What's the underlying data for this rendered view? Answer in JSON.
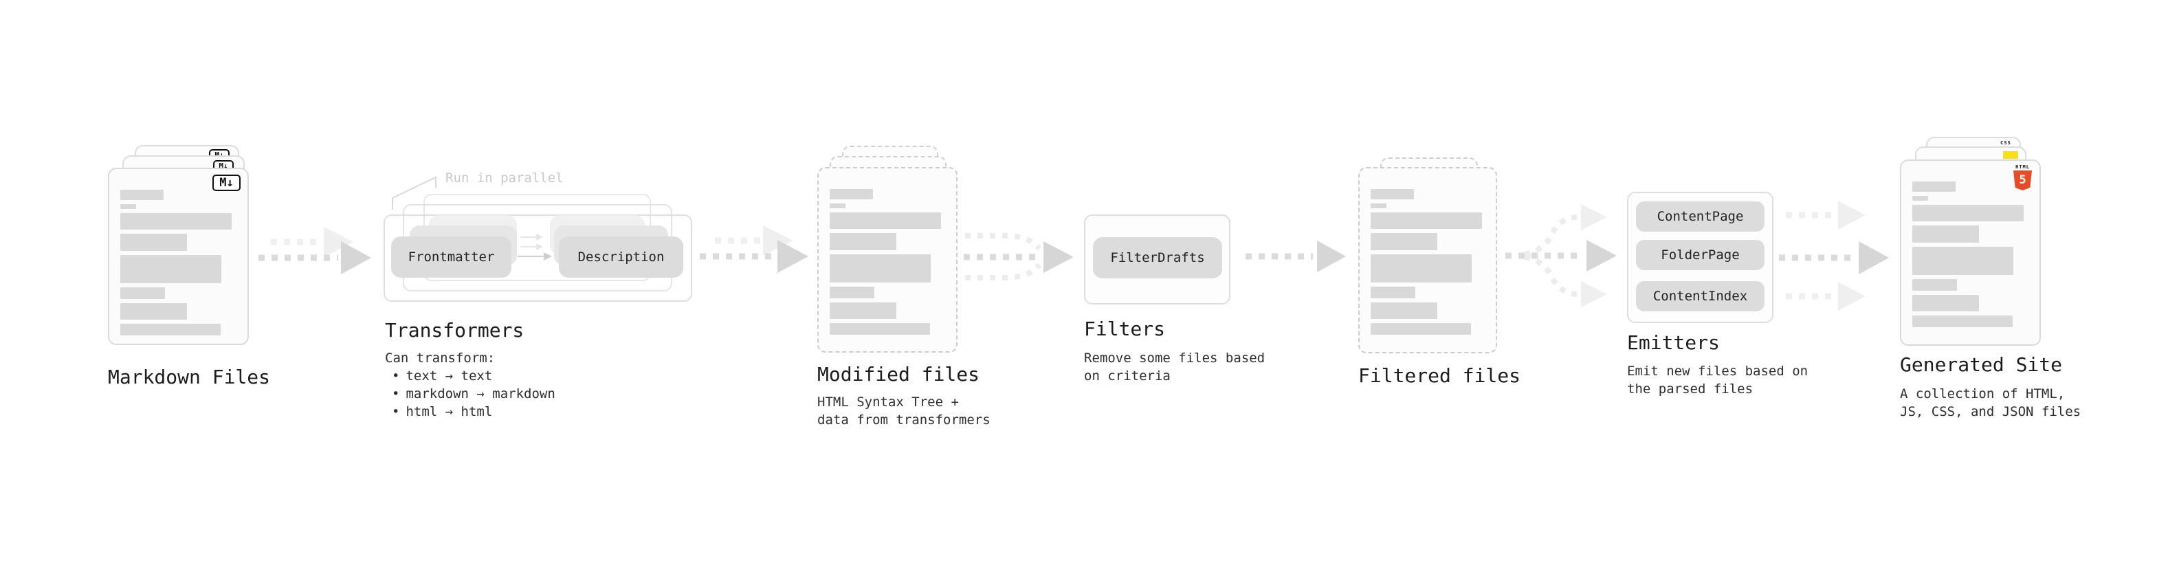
{
  "stages": {
    "markdown": {
      "label": "Markdown Files",
      "icon": "M↓"
    },
    "transformers": {
      "label": "Transformers",
      "parallel_note": "Run in parallel",
      "input_pill": "Frontmatter",
      "output_pill": "Description",
      "desc_title": "Can transform:",
      "bullet_char": "•",
      "bullets": [
        "text → text",
        "markdown → markdown",
        "html → html"
      ]
    },
    "modified": {
      "label": "Modified files",
      "desc": [
        "HTML Syntax Tree +",
        "data from transformers"
      ]
    },
    "filters": {
      "label": "Filters",
      "pill": "FilterDrafts",
      "desc": [
        "Remove some files based",
        "on criteria"
      ]
    },
    "filtered": {
      "label": "Filtered files"
    },
    "emitters": {
      "label": "Emitters",
      "pills": [
        "ContentPage",
        "FolderPage",
        "ContentIndex"
      ],
      "desc": [
        "Emit new files based on",
        "the parsed files"
      ]
    },
    "generated": {
      "label": "Generated Site",
      "desc": [
        "A collection of HTML,",
        "JS, CSS, and JSON files"
      ],
      "html5_icon": {
        "word": "HTML",
        "number": "5"
      },
      "css_icon": "CSS"
    }
  },
  "colors": {
    "html5_orange": "#e44d26",
    "js_yellow": "#f7df1e",
    "css_blue": "#2965f1",
    "bar_gray": "#d9d9d9",
    "arrow_dark": "#d6d6d6",
    "arrow_light": "#efefef"
  }
}
